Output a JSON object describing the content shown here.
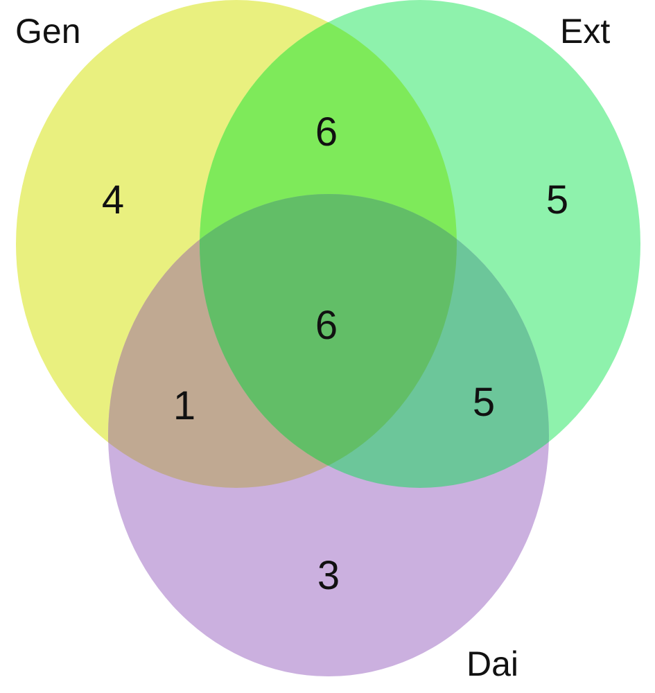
{
  "sets": [
    {
      "id": "gen",
      "label": "Gen",
      "color": "#e9f07f"
    },
    {
      "id": "ext",
      "label": "Ext",
      "color": "#8ef2ac"
    },
    {
      "id": "dai",
      "label": "Dai",
      "color": "#cbb0df"
    }
  ],
  "region_colors": {
    "gen_ext": "#7eea5a",
    "gen_dai": "#c0a992",
    "ext_dai": "#6cc69a",
    "all": "#62be67"
  },
  "regions": {
    "gen_only": "4",
    "ext_only": "5",
    "dai_only": "3",
    "gen_ext": "6",
    "gen_dai": "1",
    "ext_dai": "5",
    "all": "6"
  }
}
